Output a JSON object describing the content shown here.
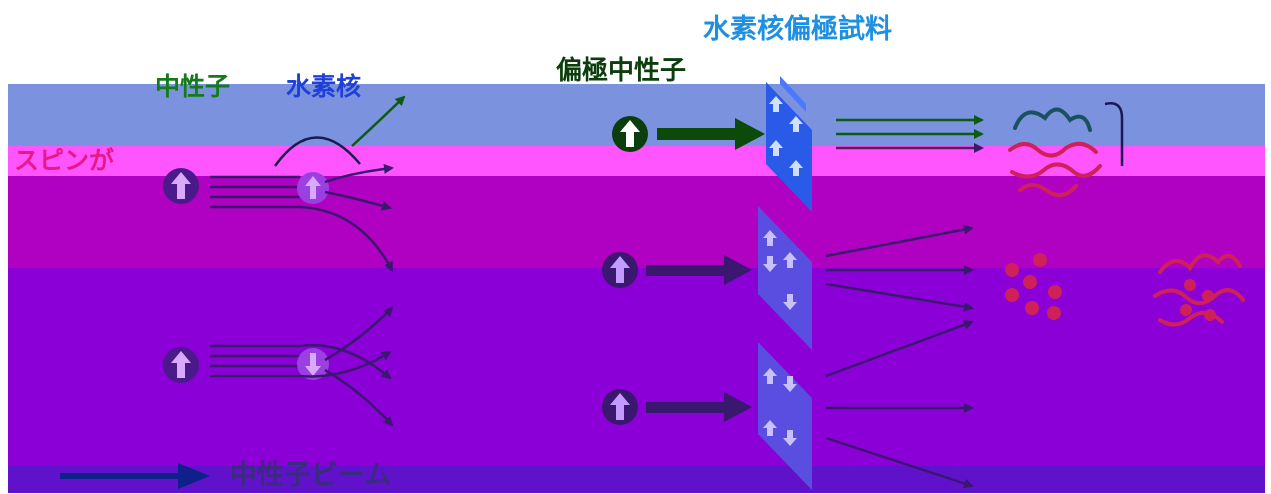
{
  "labels": {
    "sample_title": "水素核偏極試料",
    "polarized_neutron": "偏極中性子",
    "neutron": "中性子",
    "hydrogen_nucleus": "水素核",
    "spin_caption": "スピンが",
    "legend_beam": "中性子ビーム"
  },
  "colors": {
    "sample_title": "#1f8fe0",
    "polarized_neutron": "#0c3d0c",
    "neutron": "#157a1c",
    "hydrogen_nucleus": "#1e40d8",
    "spin_caption": "#e8188a",
    "legend_beam": "#3a2a80",
    "scatter_green": "#0d5a14",
    "beam_purple": "#3a1870",
    "polarizer_blue": "#2a5ae8",
    "sample_red": "#d0205a"
  }
}
